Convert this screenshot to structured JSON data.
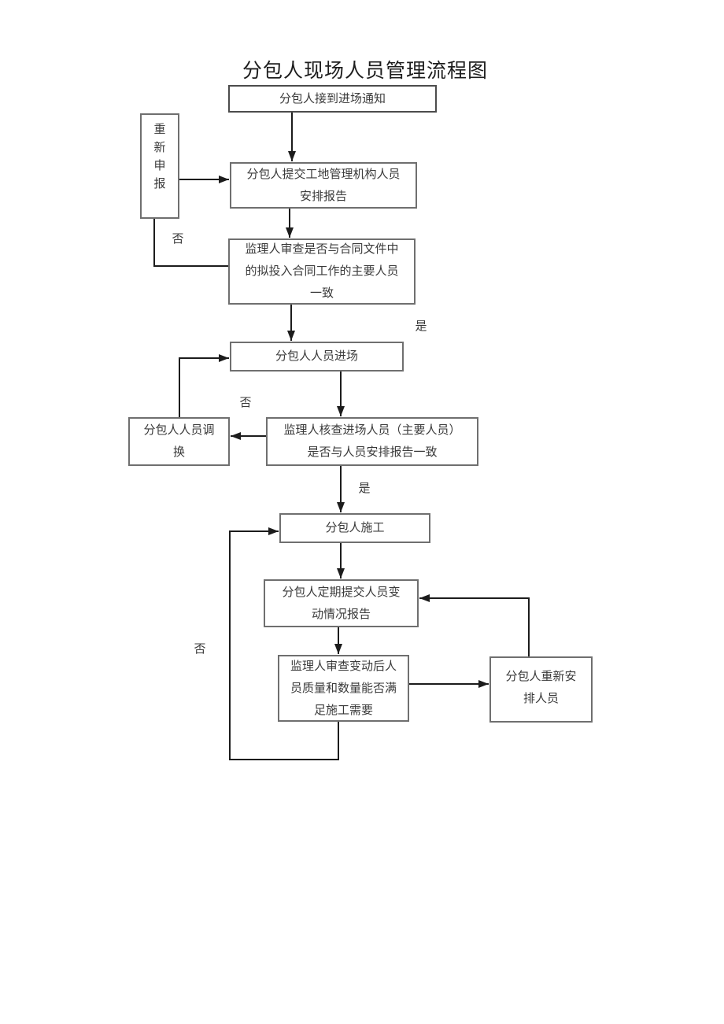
{
  "title": "分包人现场人员管理流程图",
  "nodes": {
    "notice": {
      "label": "分包人接到进场通知"
    },
    "reapply": {
      "label": "重新申报"
    },
    "submit_report": {
      "label": "分包人提交工地管理机构人员安排报告"
    },
    "review_match": {
      "label": "监理人审查是否与合同文件中的拟投入合同工作的主要人员一致"
    },
    "enter_site": {
      "label": "分包人人员进场"
    },
    "swap_personnel": {
      "label": "分包人人员调换"
    },
    "verify_entry": {
      "label": "监理人核查进场人员（主要人员）是否与人员安排报告一致"
    },
    "construction": {
      "label": "分包人施工"
    },
    "periodic_report": {
      "label": "分包人定期提交人员变动情况报告"
    },
    "review_change": {
      "label": "监理人审查变动后人员质量和数量能否满足施工需要"
    },
    "rearrange": {
      "label": "分包人重新安排人员"
    }
  },
  "edge_labels": {
    "review_match_no": "否",
    "review_match_yes": "是",
    "verify_entry_no": "否",
    "verify_entry_yes": "是",
    "review_change_no": "否"
  },
  "colors": {
    "background": "#ffffff",
    "box_border": "#6f6f6f",
    "line": "#1c1c1c",
    "text": "#3a3a3a"
  }
}
